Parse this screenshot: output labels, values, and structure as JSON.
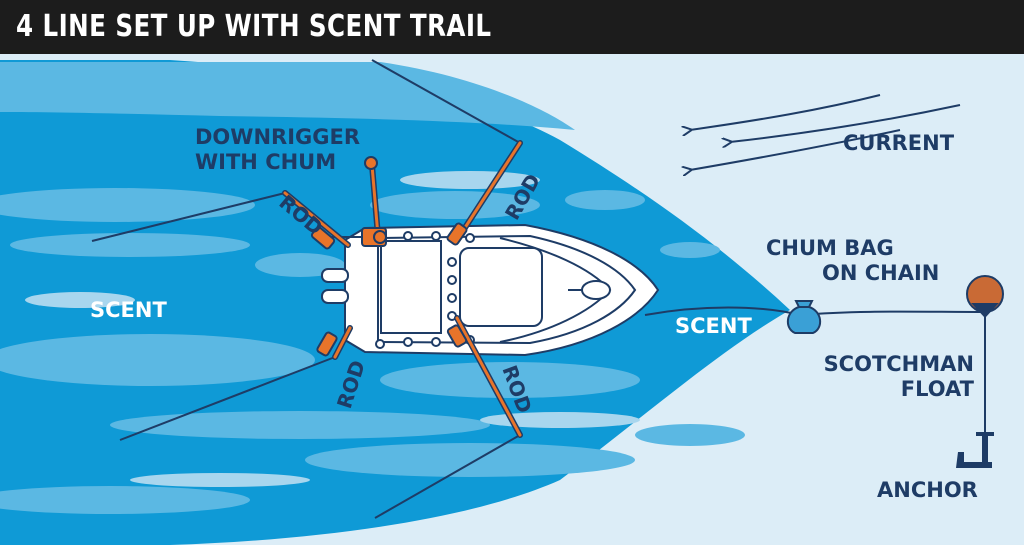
{
  "title": "4 LINE SET UP WITH SCENT TRAIL",
  "labels": {
    "downrigger_line1": "DOWNRIGGER",
    "downrigger_line2": "WITH CHUM",
    "rod": "ROD",
    "current": "CURRENT",
    "scent_left": "SCENT",
    "scent_right": "SCENT",
    "chum_bag_line1": "CHUM BAG",
    "chum_bag_line2": "ON CHAIN",
    "scotchman_line1": "SCOTCHMAN",
    "scotchman_line2": "FLOAT",
    "anchor": "ANCHOR"
  },
  "colors": {
    "background": "#dcedf7",
    "water_dark": "#0f9ad6",
    "water_mid": "#5bb8e3",
    "water_light": "#a8d6ee",
    "navy": "#1e3c66",
    "rod_orange": "#e8742a",
    "float_orange": "#c96a35",
    "chum_bag": "#3aa0d6",
    "title_bar": "#1c1c1c",
    "boat": "#ffffff"
  },
  "icons": [
    "boat-icon",
    "downrigger-icon",
    "rod-holder-icon",
    "chum-bag-icon",
    "float-icon",
    "anchor-icon",
    "current-arrow-icon"
  ]
}
